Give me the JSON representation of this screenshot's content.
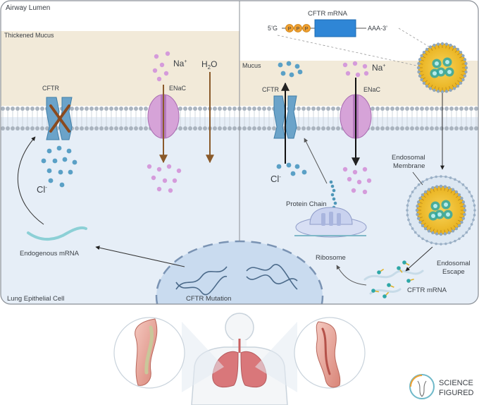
{
  "colors": {
    "lumen": "#ffffff",
    "mucus": "#f2ead9",
    "cell": "#e6eef7",
    "border": "#8a8f96",
    "membrane_head": "#aab4bf",
    "cftr": "#6ba3c9",
    "enac": "#d6a3d8",
    "chloride": "#5aa0c6",
    "sodium": "#d59bdb",
    "water_arrow": "#8a5a2a",
    "nucleus": "#c9dbef",
    "lnp_core": "#f1c232",
    "mrna_box": "#2f86d6",
    "cap": "#f0a030",
    "body_outline": "#c9d3dc"
  },
  "labels": {
    "airway_lumen": "Airway Lumen",
    "thickened_mucus": "Thickened Mucus",
    "mucus": "Mucus",
    "cftr_left": "CFTR",
    "enac_left": "ENaC",
    "na_left": "Na",
    "na_left_sup": "+",
    "h2o_h": "H",
    "h2o_2": "2",
    "h2o_o": "O",
    "cl_left": "Cl",
    "cl_left_sup": "-",
    "endogenous_mrna": "Endogenous mRNA",
    "lung_cell": "Lung Epithelial Cell",
    "cftr_mutation": "CFTR Mutation",
    "cftr_right": "CFTR",
    "enac_right": "ENaC",
    "na_right": "Na",
    "na_right_sup": "+",
    "cl_right": "Cl",
    "cl_right_sup": "-",
    "protein_chain": "Protein Chain",
    "ribosome": "Ribosome",
    "cftr_mrna_bottom": "CFTR mRNA",
    "endosomal_membrane_1": "Endosomal",
    "endosomal_membrane_2": "Membrane",
    "endosomal_escape_1": "Endosomal",
    "endosomal_escape_2": "Escape",
    "cftr_mrna_top": "CFTR mRNA",
    "five_prime": "5’G",
    "three_prime": "AAA-3’",
    "cap_letter_1": "P",
    "cap_letter_2": "P",
    "cap_letter_3": "P",
    "logo_line_1": "SCIENCE",
    "logo_line_2": "FIGURED"
  }
}
